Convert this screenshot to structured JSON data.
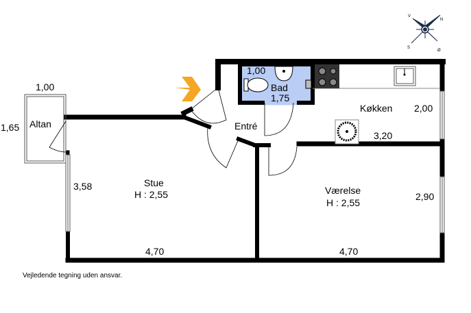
{
  "rooms": [
    {
      "name": "Altan",
      "dims": [
        "1,00",
        "1,65"
      ]
    },
    {
      "name": "Bad",
      "dims": [
        "1,00",
        "1,75"
      ]
    },
    {
      "name": "Køkken",
      "dims": [
        "2,00",
        "3,20"
      ]
    },
    {
      "name": "Entré"
    },
    {
      "name": "Stue",
      "height": "H : 2,55",
      "dims": [
        "3,58",
        "4,70"
      ]
    },
    {
      "name": "Værelse",
      "height": "H : 2,55",
      "dims": [
        "2,90",
        "4,70"
      ]
    }
  ],
  "compass": {
    "labels": [
      "V",
      "N",
      "S",
      "Ø"
    ]
  },
  "footer_note": "Vejledende tegning uden ansvar.",
  "colors": {
    "wall": "#000000",
    "bath_fill": "#b9cdf5",
    "entry_arrow": "#f5a623",
    "compass": "#1d2a4a"
  }
}
